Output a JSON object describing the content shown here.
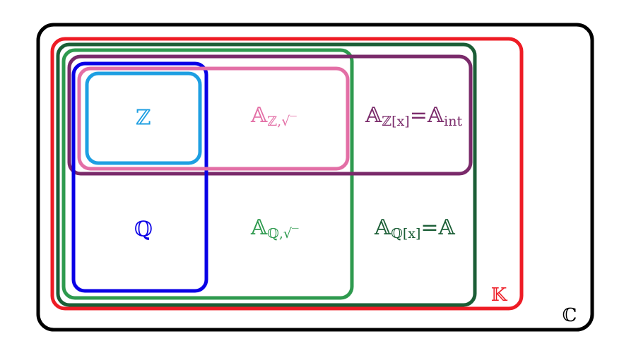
{
  "colors": {
    "C": "#000000",
    "K": "#ee1c25",
    "A": "#1b5e36",
    "A_Q_sqrt": "#2e9a4e",
    "A_int": "#7a2a6a",
    "A_Z_sqrt": "#e36fa6",
    "Q": "#0a00e6",
    "Z": "#1e9fe2"
  },
  "sets": {
    "C": {
      "symbol": "ℂ"
    },
    "K": {
      "symbol": "𝕂"
    },
    "Z": {
      "symbol": "ℤ"
    },
    "Q": {
      "symbol": "ℚ"
    },
    "A_Z_sqrt": {
      "base": "𝔸",
      "sub": "ℤ,√‾"
    },
    "A_int": {
      "base": "𝔸",
      "sub": "ℤ[x]",
      "eq": "=",
      "base2": "𝔸",
      "sub2": "int"
    },
    "A_Q_sqrt": {
      "base": "𝔸",
      "sub": "ℚ,√‾"
    },
    "A": {
      "base": "𝔸",
      "sub": "ℚ[x]",
      "eq": "=",
      "base2": "𝔸"
    }
  }
}
